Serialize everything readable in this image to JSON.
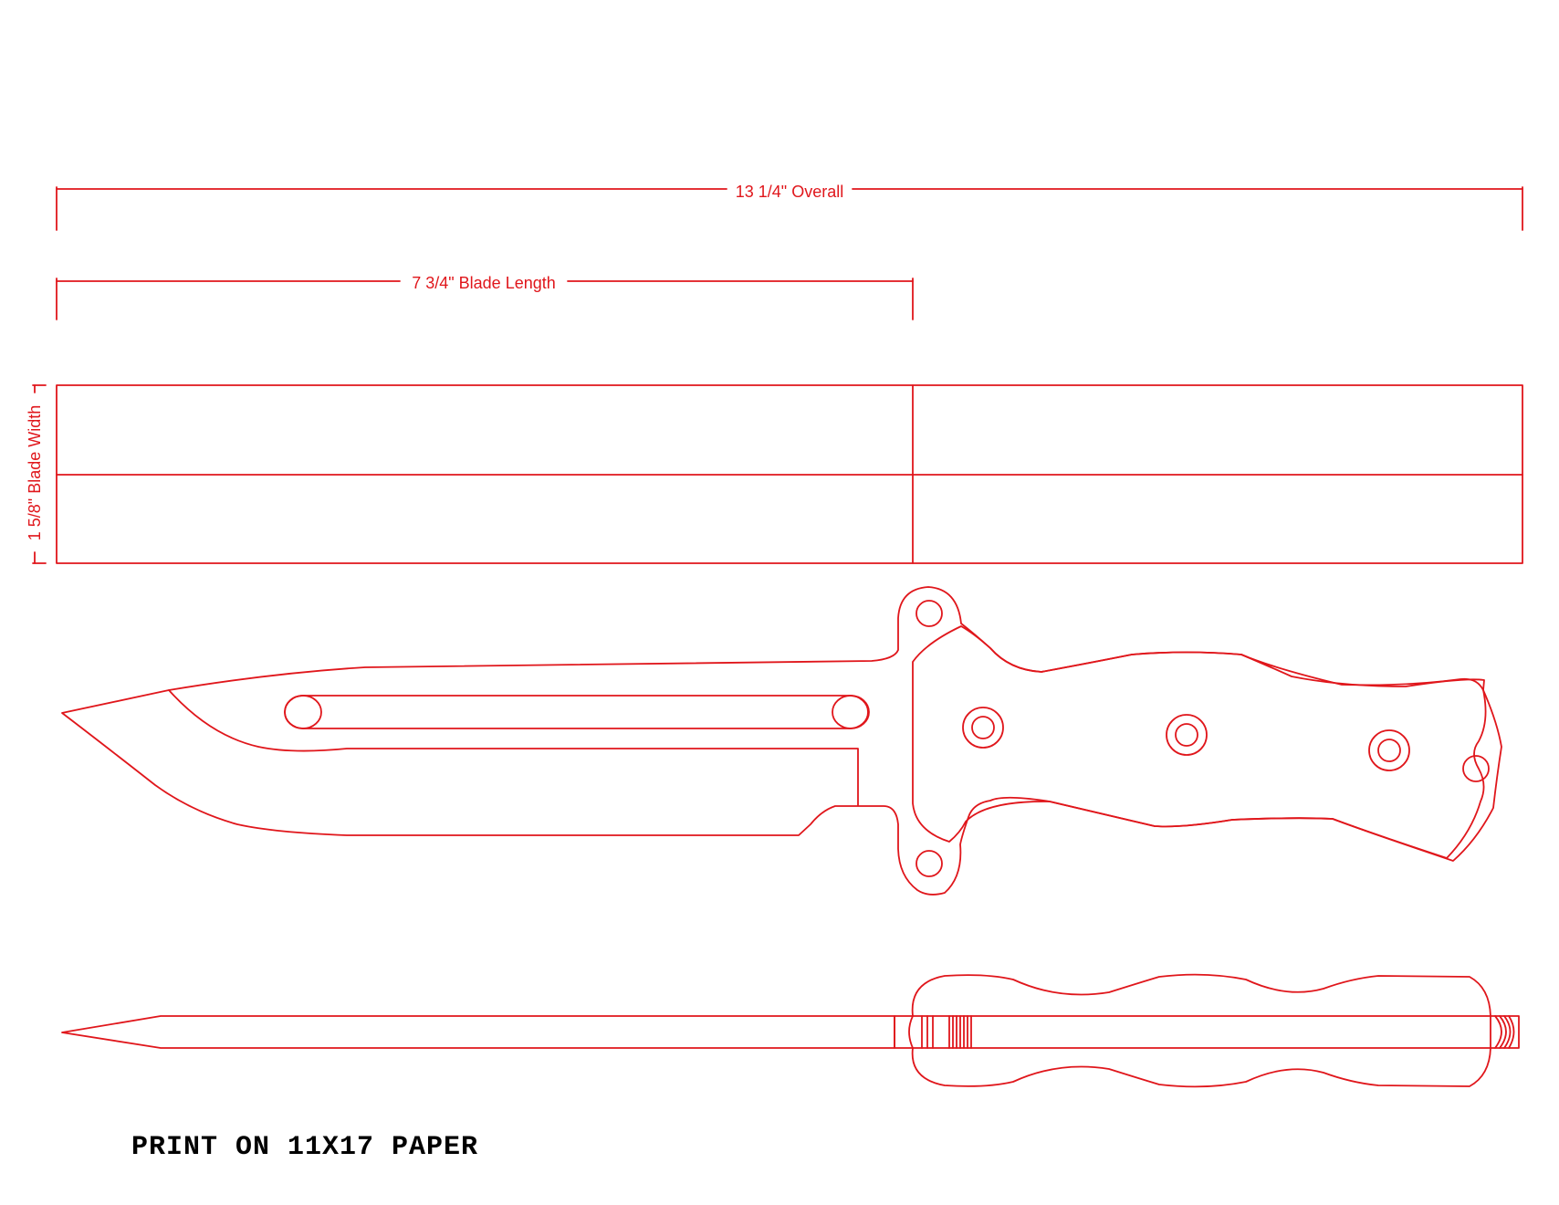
{
  "dimensions": {
    "overall_label": "13 1/4\" Overall",
    "blade_length_label": "7 3/4\" Blade Length",
    "blade_width_label": "1 5/8\" Blade Width"
  },
  "note": {
    "text": "PRINT ON 11X17 PAPER"
  },
  "colors": {
    "line": "#e0161b",
    "note_text": "#000000",
    "background": "#ffffff"
  }
}
